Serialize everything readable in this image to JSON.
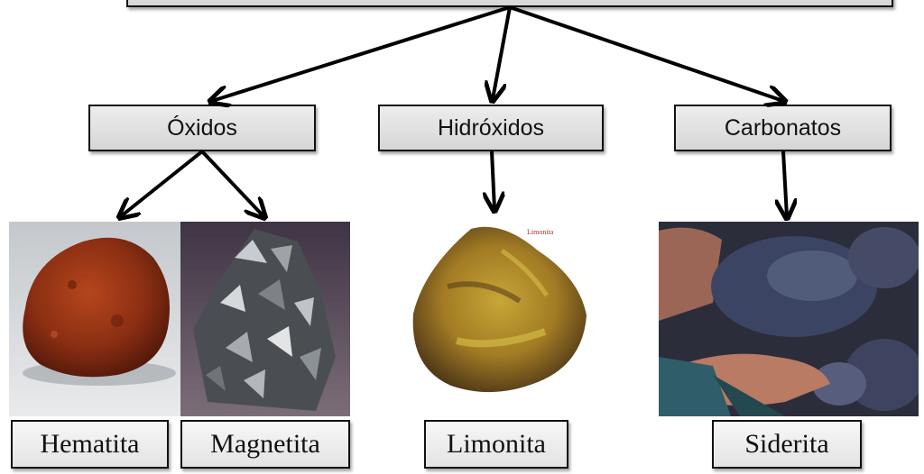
{
  "diagram": {
    "categories": {
      "oxidos": "Óxidos",
      "hidroxidos": "Hidróxidos",
      "carbonatos": "Carbonatos"
    },
    "minerals": {
      "hematita": "Hematita",
      "magnetita": "Magnetita",
      "limonita": "Limonita",
      "siderita": "Siderita"
    },
    "photo_caption_limonita": "Limonita"
  }
}
